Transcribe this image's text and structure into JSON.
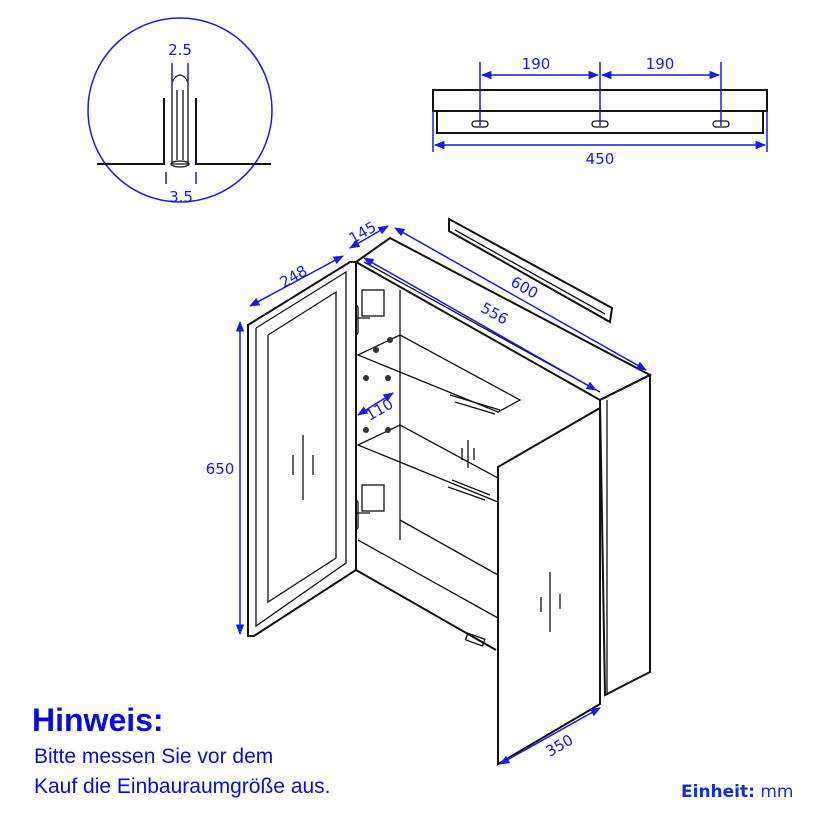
{
  "detail_circle": {
    "top_dim": "2.5",
    "bottom_dim": "3.5"
  },
  "rail": {
    "spacing_left": "190",
    "spacing_right": "190",
    "total_length": "450"
  },
  "cabinet": {
    "door_width": "248",
    "depth": "145",
    "total_width": "600",
    "inner_width": "556",
    "height": "650",
    "shelf_depth": "110",
    "right_door_width": "350"
  },
  "note": {
    "title": "Hinweis:",
    "line1": "Bitte messen Sie vor dem",
    "line2": "Kauf die Einbauraumgröße aus."
  },
  "unit": {
    "label": "Einheit:",
    "value": "mm"
  },
  "colors": {
    "dimension": "#1a1ae6",
    "note": "#0a0adc",
    "outline": "#111111"
  }
}
